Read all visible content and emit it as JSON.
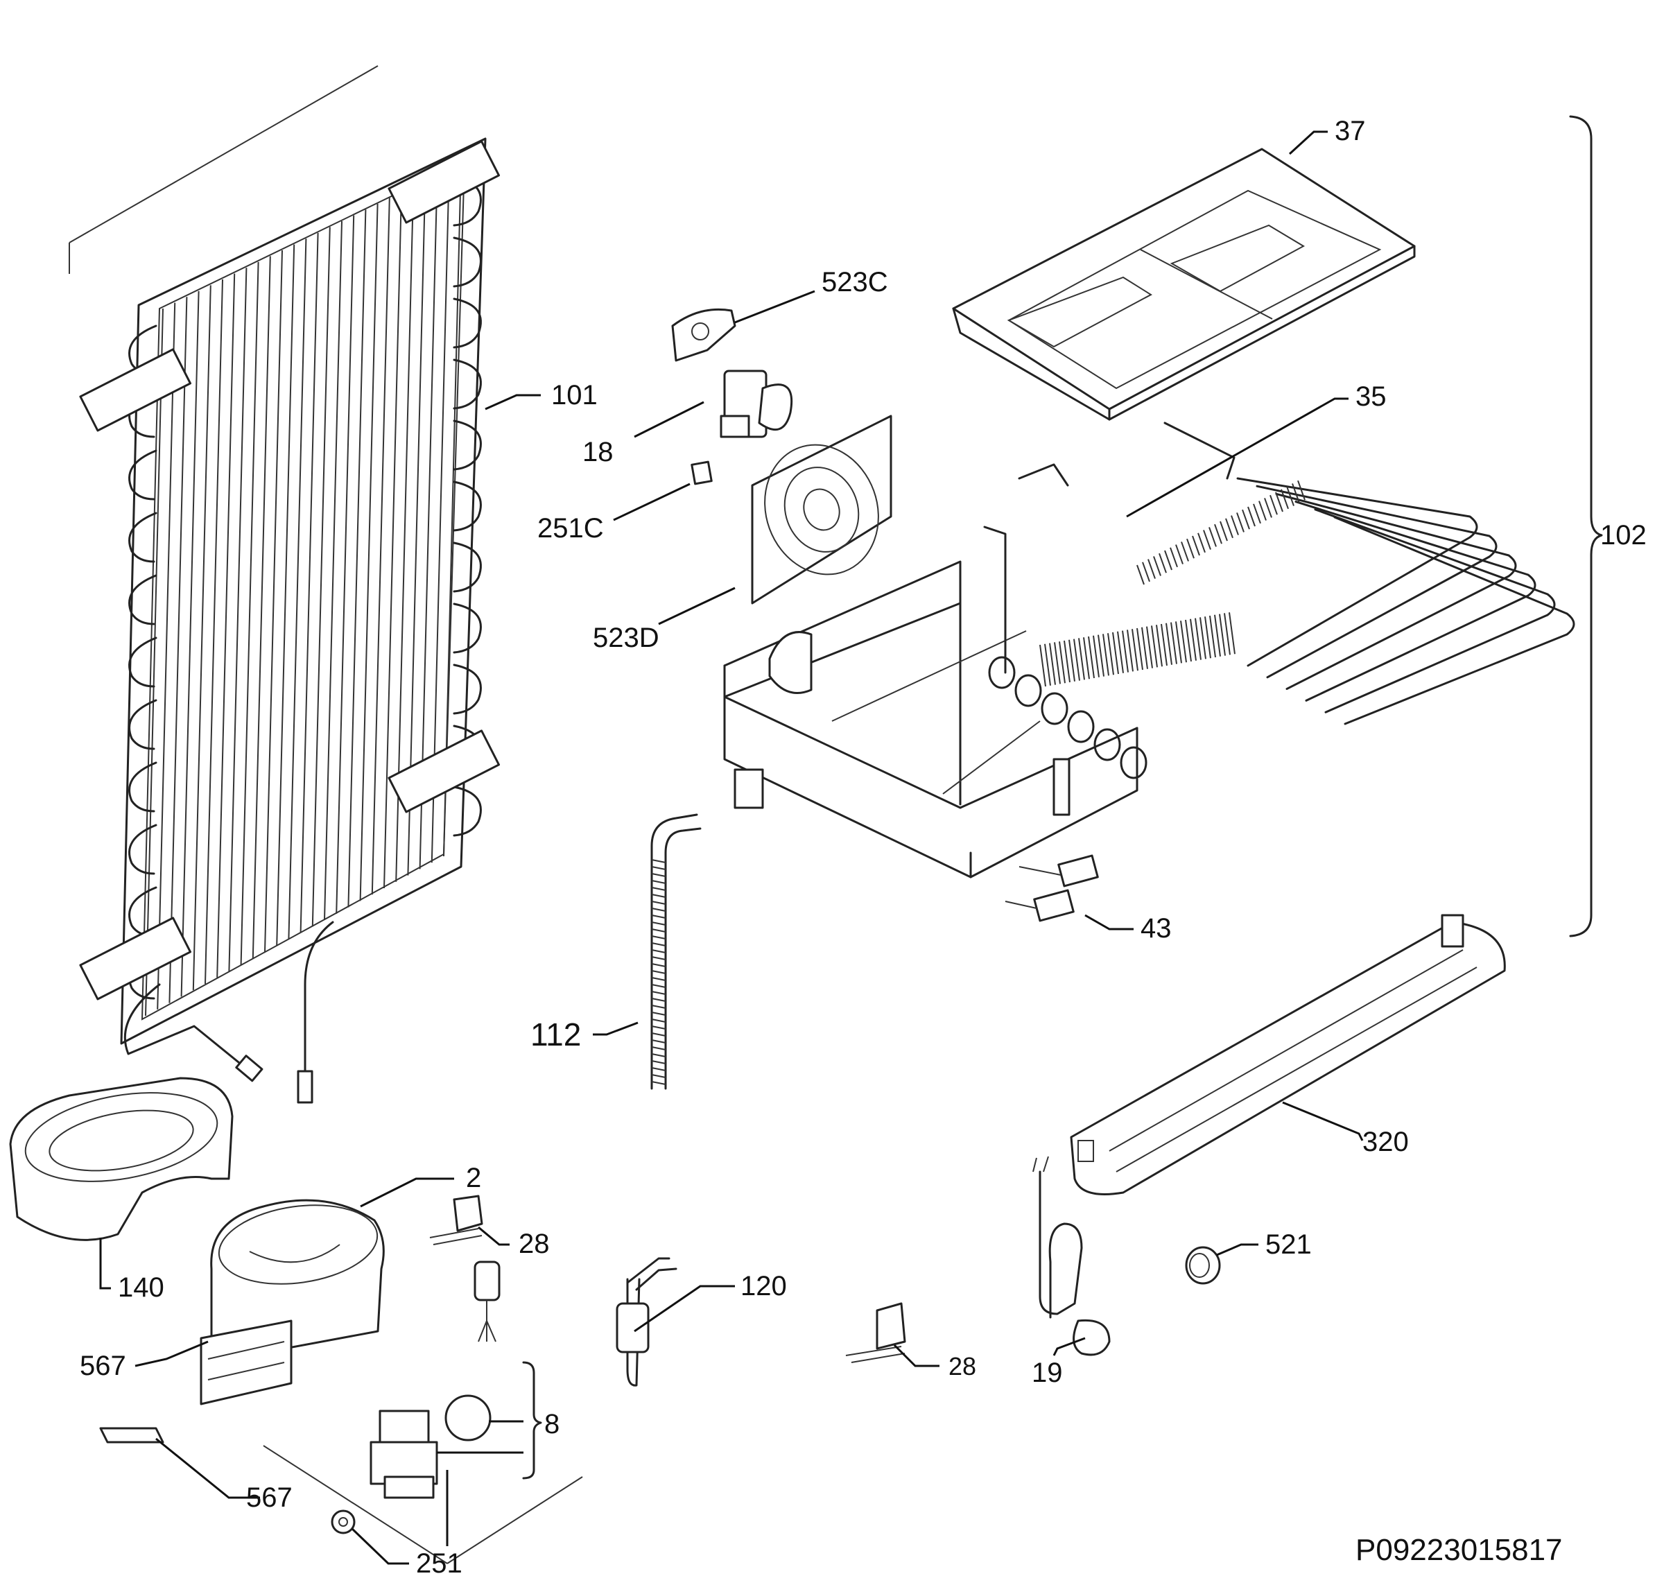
{
  "diagram": {
    "labels": {
      "p101": "101",
      "p523c": "523C",
      "p18": "18",
      "p251c": "251C",
      "p523d": "523D",
      "p37": "37",
      "p35": "35",
      "p102": "102",
      "p43": "43",
      "p112": "112",
      "p320": "320",
      "p2": "2",
      "p140": "140",
      "p28a": "28",
      "p120": "120",
      "p28b": "28",
      "p19": "19",
      "p521": "521",
      "p567a": "567",
      "p8": "8",
      "p567b": "567",
      "p251": "251"
    },
    "drawing_code": "P09223015817"
  }
}
